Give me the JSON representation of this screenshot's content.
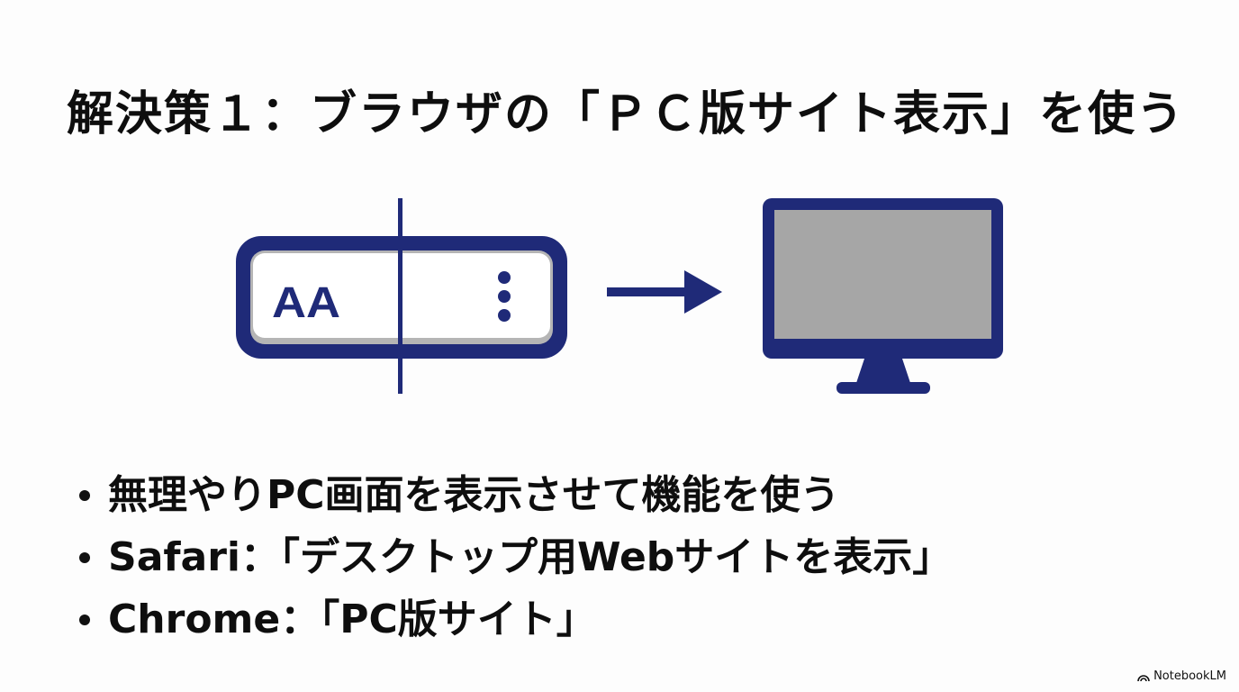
{
  "slide": {
    "title": "解決策１：ブラウザの「ＰＣ版サイト表示」を使う",
    "illustration": {
      "address_bar_text": "AA",
      "colors": {
        "navy": "#1f2a78",
        "screen_gray": "#a6a6a6",
        "inner_border_gray": "#b5b5b5"
      }
    },
    "bullets": [
      "無理やりPC画面を表示させて機能を使う",
      "Safari：「デスクトップ用Webサイトを表示」",
      "Chrome：「PC版サイト」"
    ],
    "brand": "NotebookLM"
  }
}
